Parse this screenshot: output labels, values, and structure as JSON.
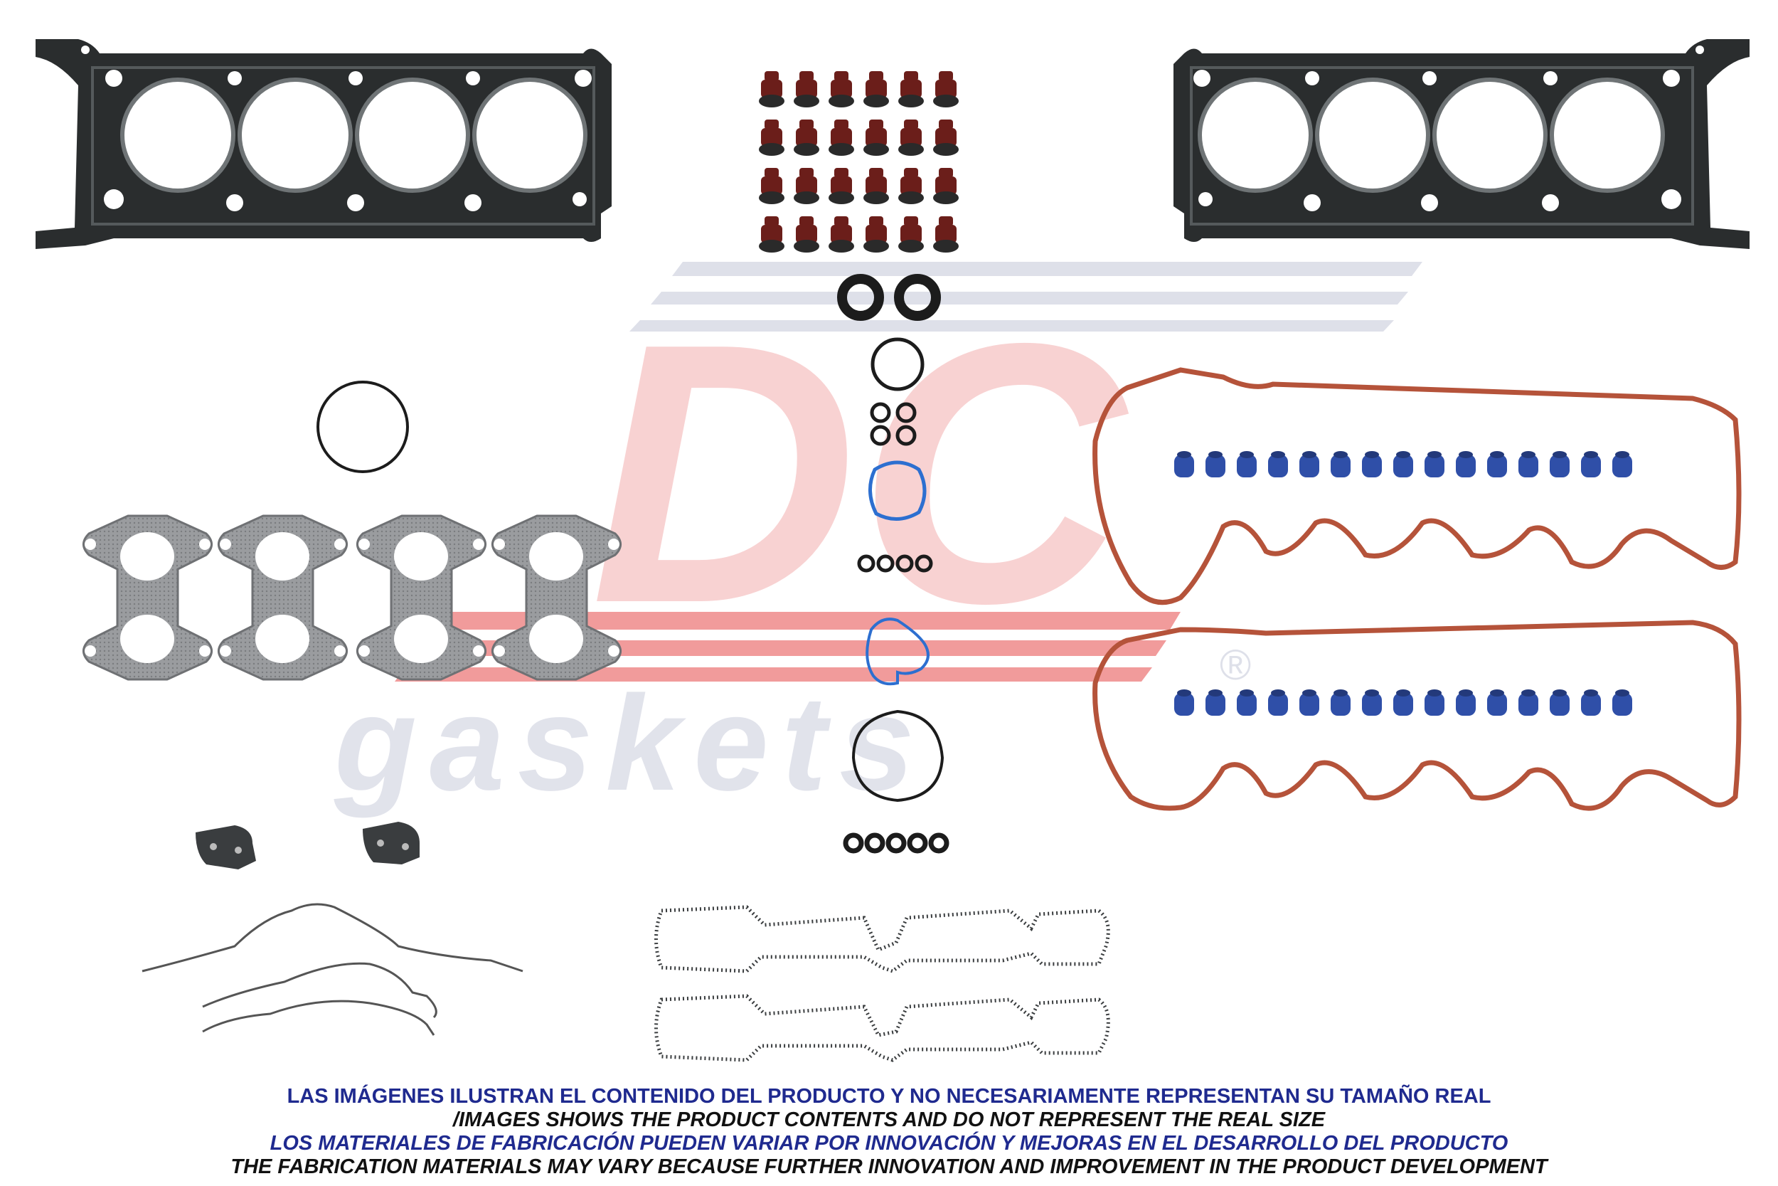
{
  "watermark": {
    "logo_text": "DC",
    "brand_text": "gaskets",
    "registered_mark": "®",
    "color_red": "#e54a4a",
    "color_grey": "#c3c6d8"
  },
  "captions": {
    "line1": "LAS IMÁGENES ILUSTRAN EL CONTENIDO DEL PRODUCTO Y NO NECESARIAMENTE REPRESENTAN SU TAMAÑO REAL",
    "line2": "/IMAGES SHOWS THE PRODUCT CONTENTS AND DO NOT REPRESENT THE REAL SIZE",
    "line3": "LOS MATERIALES DE FABRICACIÓN PUEDEN VARIAR POR INNOVACIÓN Y MEJORAS EN EL DESARROLLO DEL PRODUCTO",
    "line4": "THE FABRICATION MATERIALS MAY VARY BECAUSE FURTHER INNOVATION AND IMPROVEMENT IN THE PRODUCT DEVELOPMENT"
  },
  "colors": {
    "head_gasket": "#2a2d2e",
    "valve_seal": "#6b1e1a",
    "valve_cover": "#b5533a",
    "grommet": "#2f4fa8",
    "blue_ring": "#2d6fd0",
    "manifold": "#8a8c8f"
  }
}
